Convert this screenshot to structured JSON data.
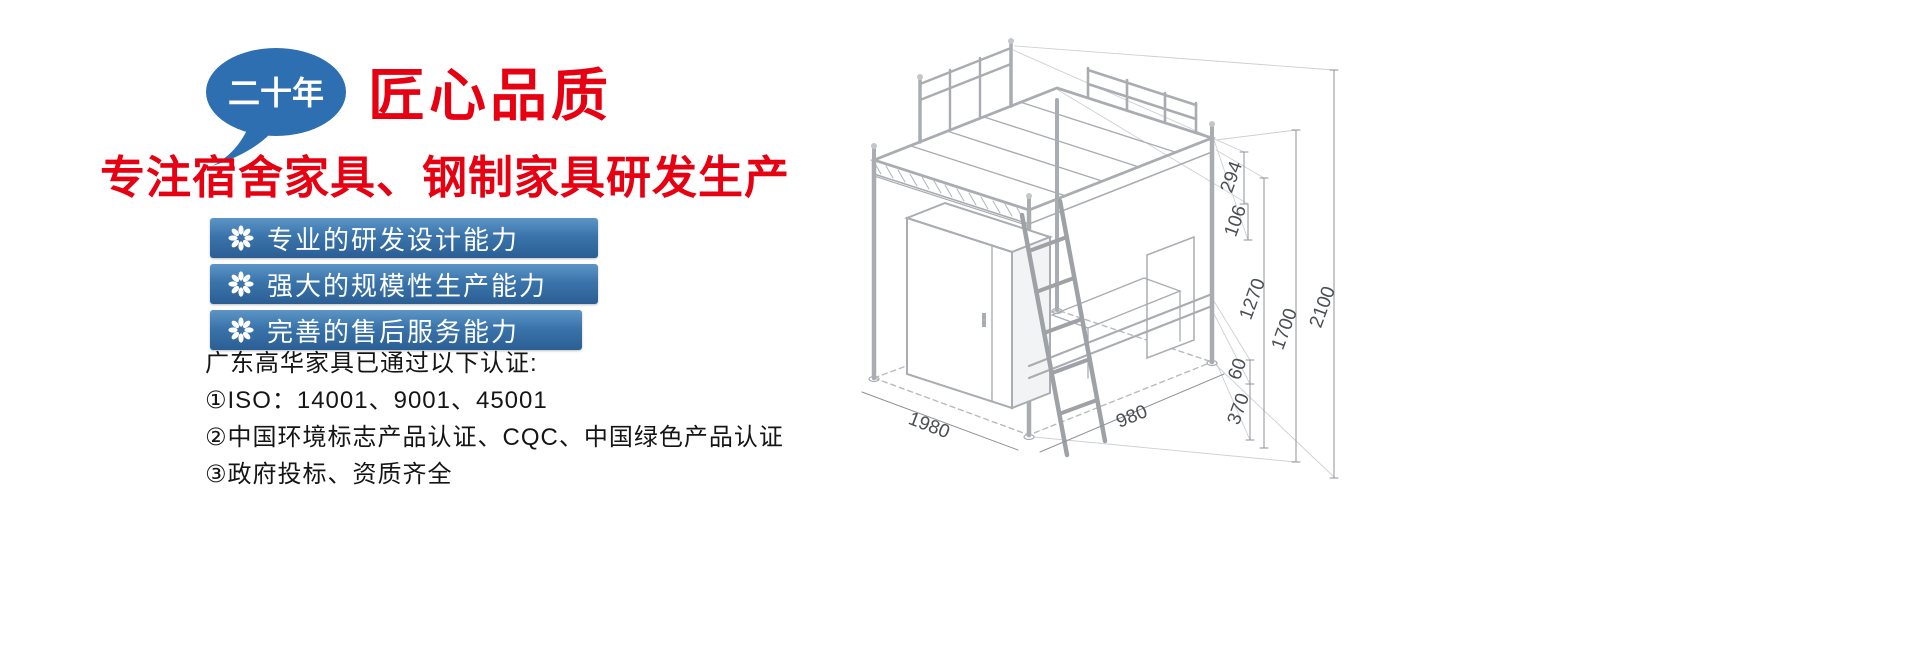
{
  "promo": {
    "badge_text": "二十年",
    "badge_title": "匠心品质",
    "headline": "专注宿舍家具、钢制家具研发生产",
    "features": [
      {
        "label": "专业的研发设计能力"
      },
      {
        "label": "强大的规模性生产能力"
      },
      {
        "label": "完善的售后服务能力"
      }
    ],
    "cert_intro": "广东高华家具已通过以下认证:",
    "certs": [
      {
        "text": "①ISO：14001、9001、45001"
      },
      {
        "text": "②中国环境标志产品认证、CQC、中国绿色产品认证"
      },
      {
        "text": "③政府投标、资质齐全"
      }
    ]
  },
  "drawing": {
    "dims": {
      "d294": "294",
      "d106": "106",
      "d1270": "1270",
      "d1700": "1700",
      "d2100": "2100",
      "d60": "60",
      "d370": "370",
      "d1980": "1980",
      "d980": "980"
    }
  },
  "colors": {
    "brand_red": "#e60012",
    "brand_blue": "#2e6da8",
    "drawing_gray": "#a9adb2"
  }
}
